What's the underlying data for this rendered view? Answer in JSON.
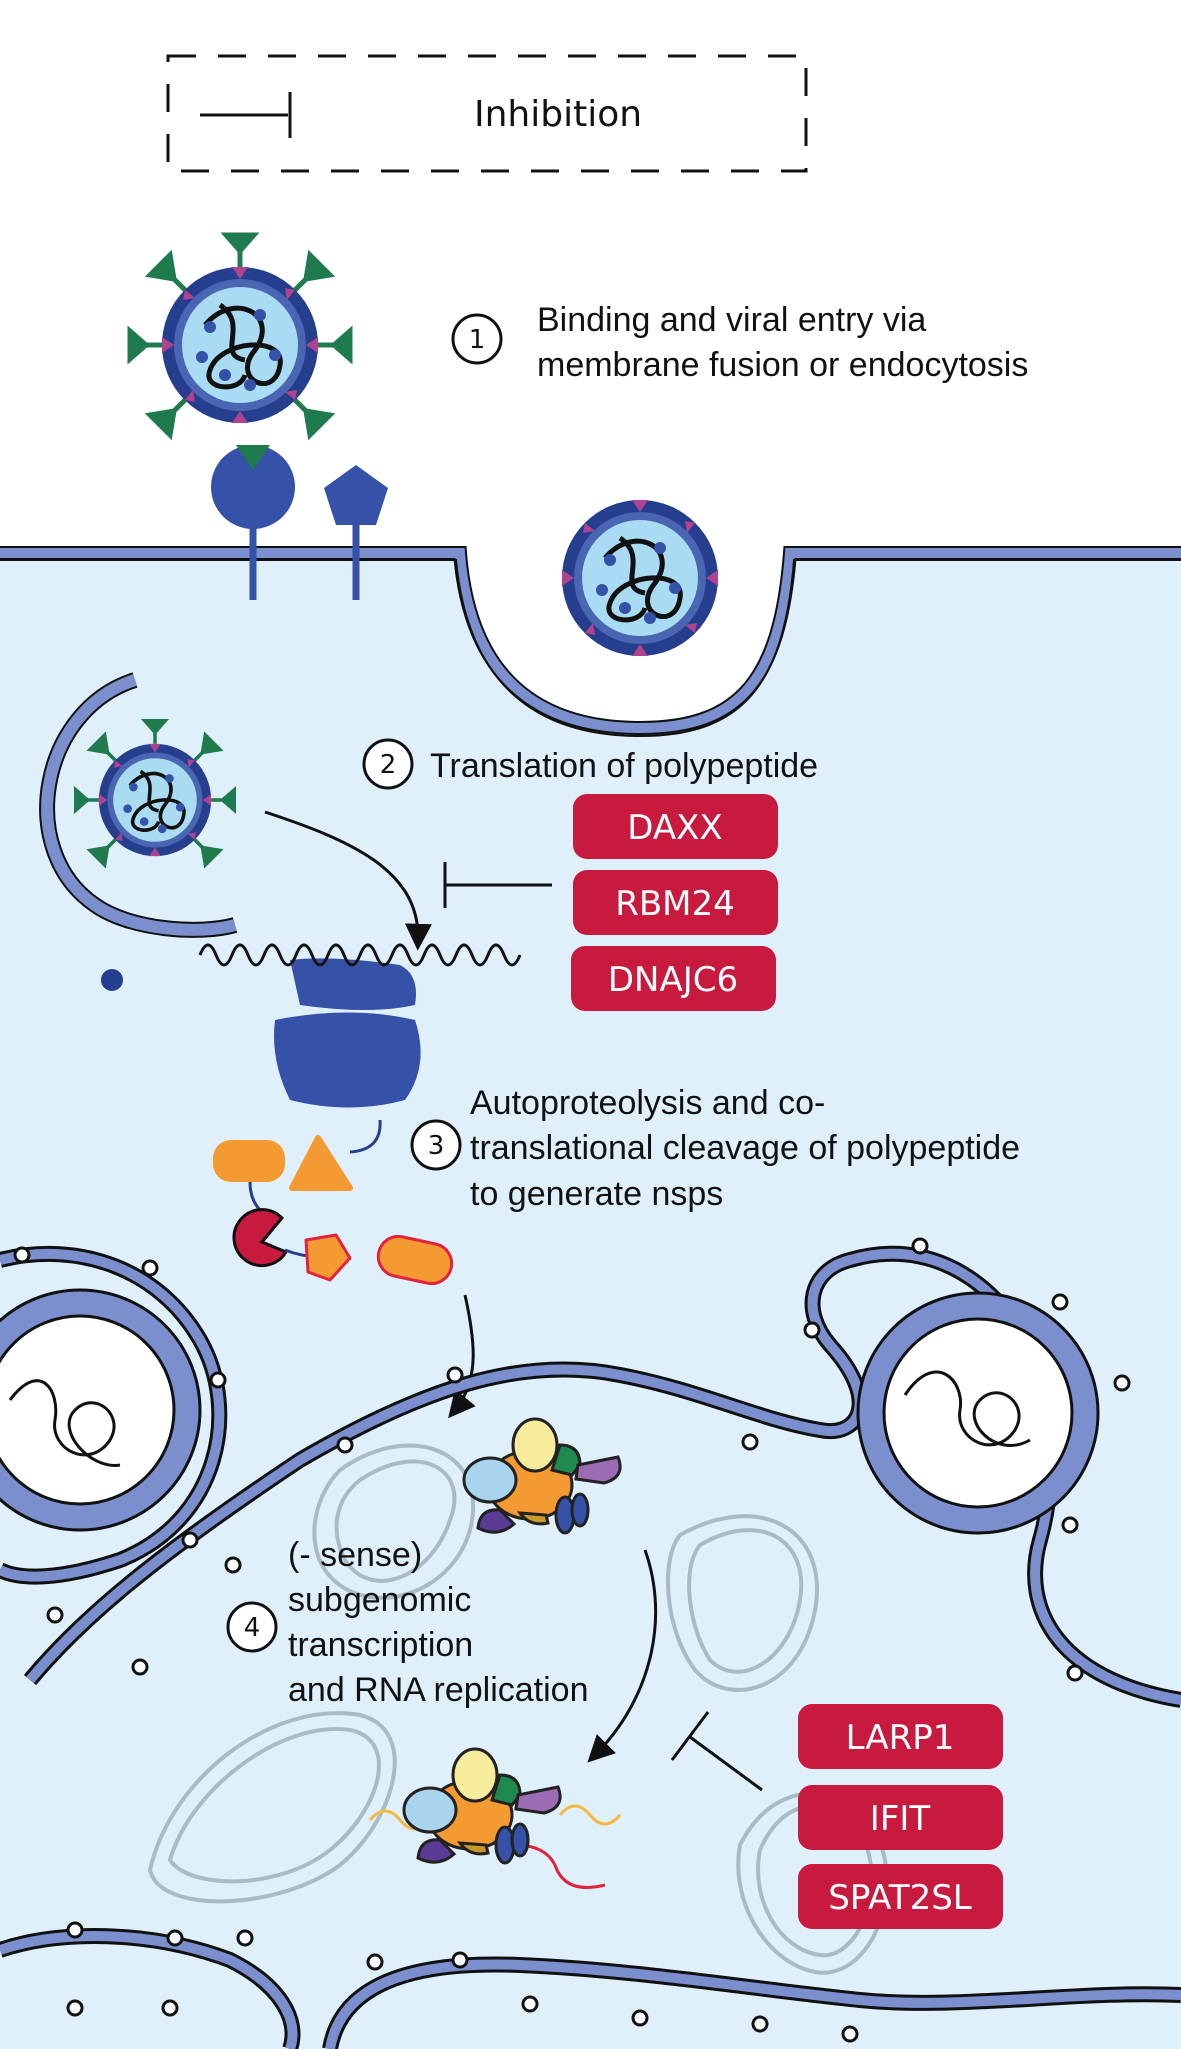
{
  "legend": {
    "inhibition_label": "Inhibition"
  },
  "steps": [
    {
      "number": "1",
      "lines": [
        "Binding and viral entry via",
        "membrane fusion or endocytosis"
      ]
    },
    {
      "number": "2",
      "lines": [
        "Translation of polypeptide"
      ]
    },
    {
      "number": "3",
      "lines": [
        "Autoproteolysis and co-",
        "translational cleavage of polypeptide",
        "to generate nsps"
      ]
    },
    {
      "number": "4",
      "lines": [
        "(- sense)",
        "subgenomic",
        "transcription",
        "and RNA replication"
      ]
    }
  ],
  "inhibitors_translation": [
    "DAXX",
    "RBM24",
    "DNAJC6"
  ],
  "inhibitors_replication": [
    "LARP1",
    "IFIT",
    "SPAT2SL"
  ],
  "colors": {
    "cytoplasm": "#dff0fa",
    "membrane": "#7b8fcf",
    "membrane_dark": "#2f4a9e",
    "badge": "#c8193f",
    "virus_spike": "#1f7a4e",
    "virus_shell": "#253f8e",
    "virus_inner": "#a9dcf3",
    "protease_orange": "#f49a32"
  },
  "icons": {
    "virus": "virus-icon",
    "receptor": "receptor-icon",
    "ribosome": "ribosome-icon",
    "replication_complex": "replication-complex-icon",
    "inhibition": "inhibition-bar-icon"
  }
}
